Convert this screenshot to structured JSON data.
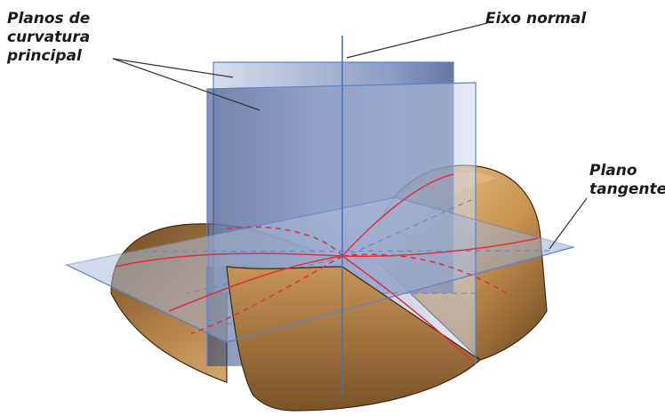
{
  "labels": {
    "principal_planes": [
      "Planos de",
      "curvatura",
      "principal"
    ],
    "normal_axis": "Eixo normal",
    "tangent_plane": [
      "Plano",
      "tangente"
    ]
  },
  "colors": {
    "plane_blue": "#3f5f9e",
    "plane_edge": "#5b82c9",
    "surface_tan": "#d8a86a",
    "surface_dark": "#7a5428",
    "curvature_red": "#e0303a",
    "leader_line": "#333333"
  }
}
